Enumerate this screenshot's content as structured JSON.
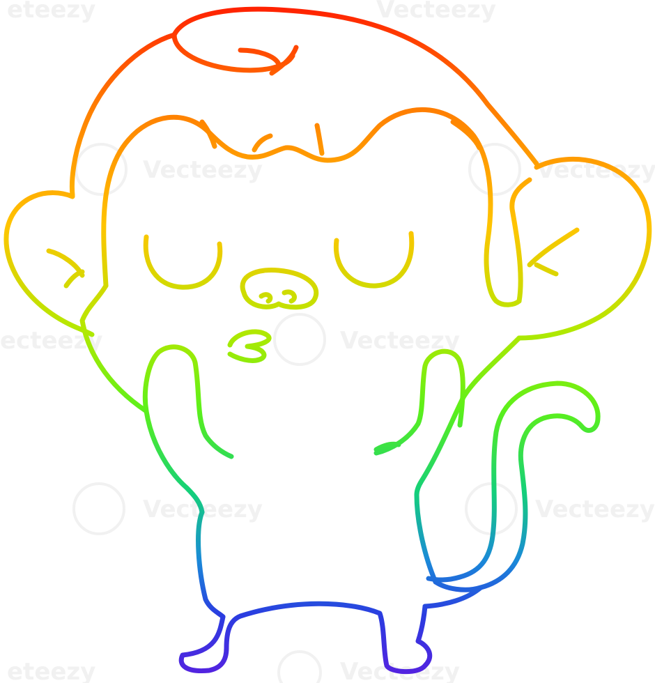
{
  "illustration": {
    "subject": "cartoon monkey",
    "style": "rainbow gradient line art",
    "gradient": [
      "#ff1a00",
      "#ff7a00",
      "#ffc400",
      "#b5e800",
      "#5cf01a",
      "#14d07a",
      "#1a8ad8",
      "#2a3de0",
      "#5a1fe0"
    ],
    "background": "#ffffff"
  },
  "watermark": {
    "text": "Vecteezy",
    "color": "#e6e6e6"
  }
}
